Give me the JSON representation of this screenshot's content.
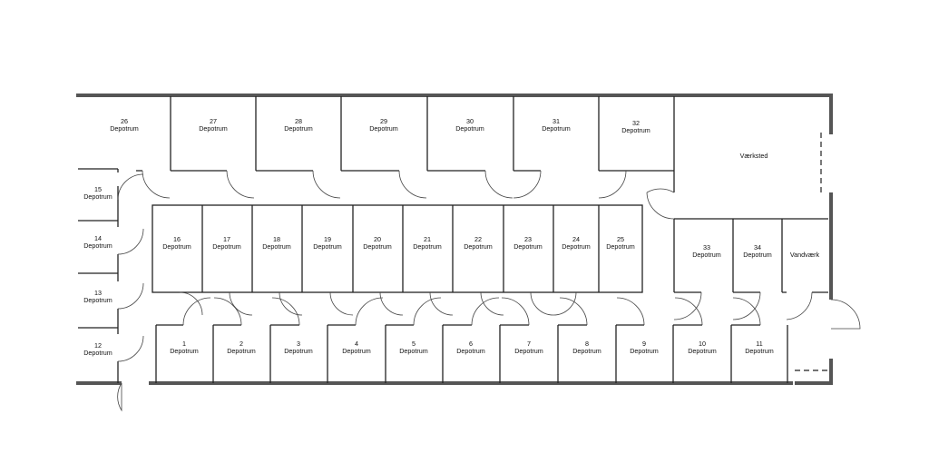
{
  "plan": {
    "rooms": [
      {
        "number": "1",
        "name": "Depotrum"
      },
      {
        "number": "2",
        "name": "Depotrum"
      },
      {
        "number": "3",
        "name": "Depotrum"
      },
      {
        "number": "4",
        "name": "Depotrum"
      },
      {
        "number": "5",
        "name": "Depotrum"
      },
      {
        "number": "6",
        "name": "Depotrum"
      },
      {
        "number": "7",
        "name": "Depotrum"
      },
      {
        "number": "8",
        "name": "Depotrum"
      },
      {
        "number": "9",
        "name": "Depotrum"
      },
      {
        "number": "10",
        "name": "Depotrum"
      },
      {
        "number": "11",
        "name": "Depotrum"
      },
      {
        "number": "12",
        "name": "Depotrum"
      },
      {
        "number": "13",
        "name": "Depotrum"
      },
      {
        "number": "14",
        "name": "Depotrum"
      },
      {
        "number": "15",
        "name": "Depotrum"
      },
      {
        "number": "16",
        "name": "Depotrum"
      },
      {
        "number": "17",
        "name": "Depotrum"
      },
      {
        "number": "18",
        "name": "Depotrum"
      },
      {
        "number": "19",
        "name": "Depotrum"
      },
      {
        "number": "20",
        "name": "Depotrum"
      },
      {
        "number": "21",
        "name": "Depotrum"
      },
      {
        "number": "22",
        "name": "Depotrum"
      },
      {
        "number": "23",
        "name": "Depotrum"
      },
      {
        "number": "24",
        "name": "Depotrum"
      },
      {
        "number": "25",
        "name": "Depotrum"
      },
      {
        "number": "26",
        "name": "Depotrum"
      },
      {
        "number": "27",
        "name": "Depotrum"
      },
      {
        "number": "28",
        "name": "Depotrum"
      },
      {
        "number": "29",
        "name": "Depotrum"
      },
      {
        "number": "30",
        "name": "Depotrum"
      },
      {
        "number": "31",
        "name": "Depotrum"
      },
      {
        "number": "32",
        "name": "Depotrum"
      },
      {
        "number": "33",
        "name": "Depotrum"
      },
      {
        "number": "34",
        "name": "Depotrum"
      }
    ],
    "special_rooms": [
      {
        "name": "Værksted"
      },
      {
        "name": "Vandværk"
      }
    ]
  }
}
